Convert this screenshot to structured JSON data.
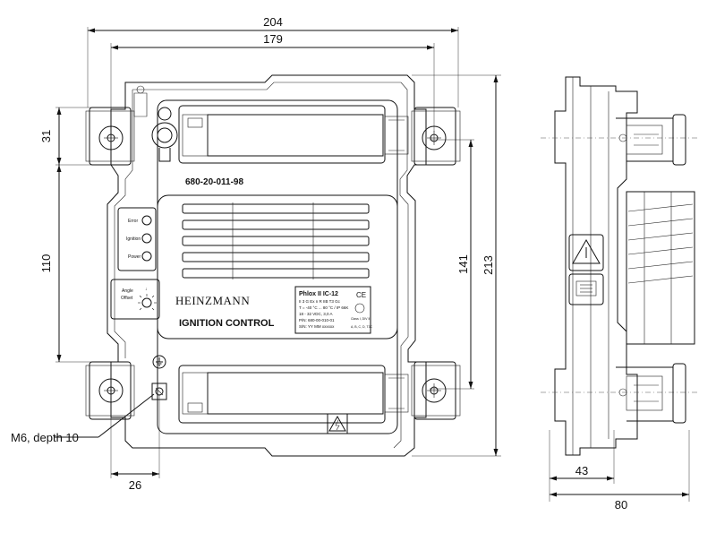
{
  "dimensions": {
    "width_overall": "204",
    "width_holes": "179",
    "left_offset": "31",
    "left_span": "110",
    "right_span": "141",
    "height_overall": "213",
    "bottom_offset": "26",
    "side_depth": "43",
    "side_overall": "80"
  },
  "annotations": {
    "thread": "M6, depth 10"
  },
  "device": {
    "part_number": "680-20-011-98",
    "brand": "HEINZMANN",
    "product": "IGNITION CONTROL",
    "indicators": [
      "Error",
      "Ignition",
      "Power"
    ],
    "angle_offset_line1": "Angle",
    "angle_offset_line2": "Offset",
    "label": {
      "model": "Phlox II  IC-12",
      "ex_marking": "II 3 G Ex n R IIB T3 Gc",
      "temp": "T = -40 °C ... 80 °C / IP 66K",
      "voltage": "18 - 32 VDC, 3,0 A",
      "pn": "P/N: 680-00-010-01",
      "sn": "S/N: YY MM xxxxxx",
      "class": "Class I, DIV II",
      "groups": "A, B, C, D, T3C",
      "ce": "CE"
    }
  }
}
